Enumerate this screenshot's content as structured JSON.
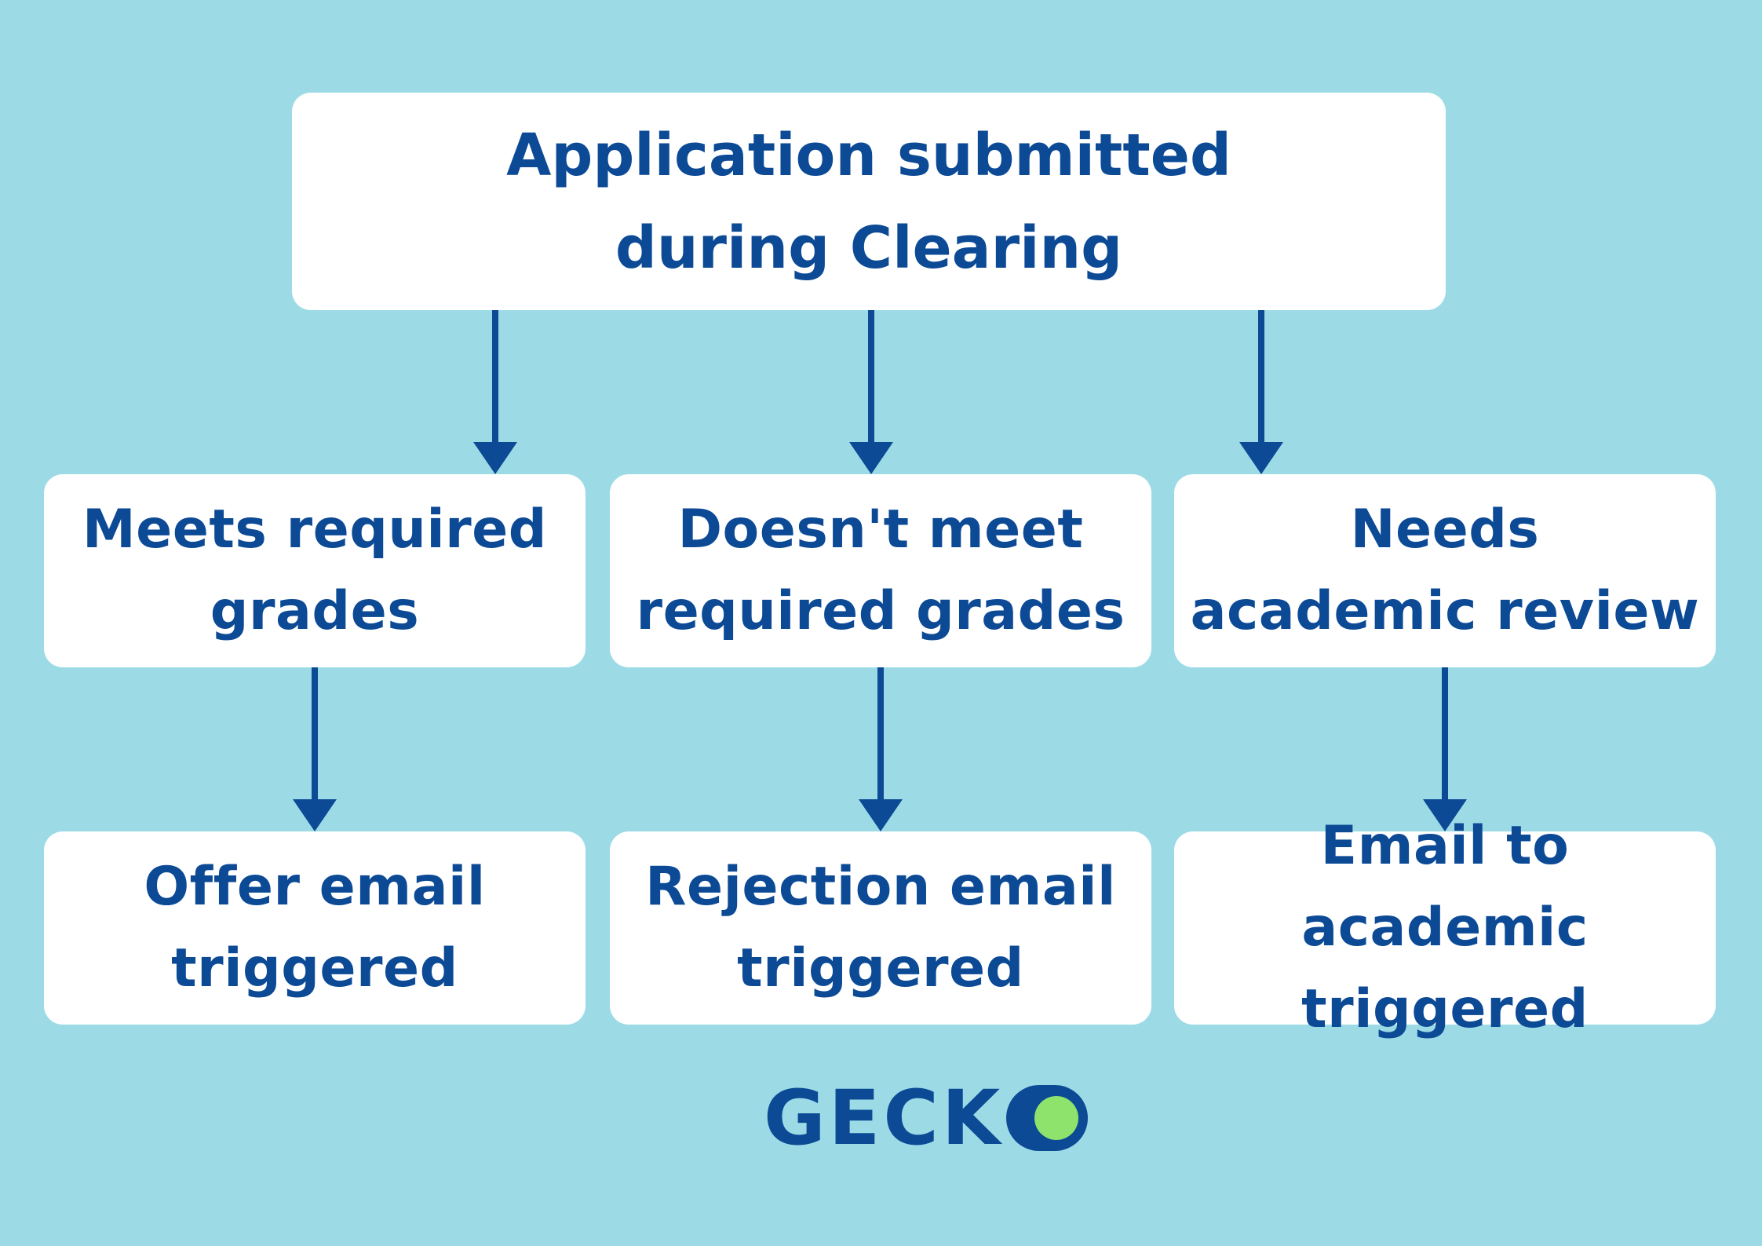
{
  "colors": {
    "background": "#9cdbe6",
    "box": "#ffffff",
    "text": "#0c4a96",
    "arrow": "#0c4a96",
    "logo_accent": "#8de36b"
  },
  "root": {
    "label": "Application submitted\nduring Clearing"
  },
  "branches": [
    {
      "condition": "Meets required\ngrades",
      "outcome": "Offer email\ntriggered"
    },
    {
      "condition": "Doesn't meet\nrequired grades",
      "outcome": "Rejection email\ntriggered"
    },
    {
      "condition": "Needs\nacademic review",
      "outcome": "Email to academic\ntriggered"
    }
  ],
  "logo": {
    "text": "GECK",
    "accent_icon": "toggle-circle-icon"
  }
}
